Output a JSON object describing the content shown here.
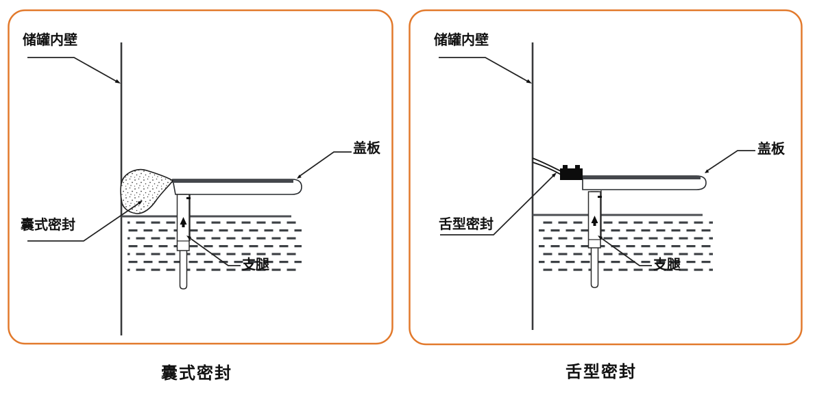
{
  "figure": {
    "accent_color": "#e2792b",
    "panels": [
      {
        "id": "bag-seal",
        "caption": "囊式密封",
        "wall_label": "储罐内壁",
        "seal_label": "囊式密封",
        "plate_label": "盖板",
        "leg_label": "支腿"
      },
      {
        "id": "tongue-seal",
        "caption": "舌型密封",
        "wall_label": "储罐内壁",
        "seal_label": "舌型密封",
        "plate_label": "盖板",
        "leg_label": "支腿"
      }
    ]
  }
}
